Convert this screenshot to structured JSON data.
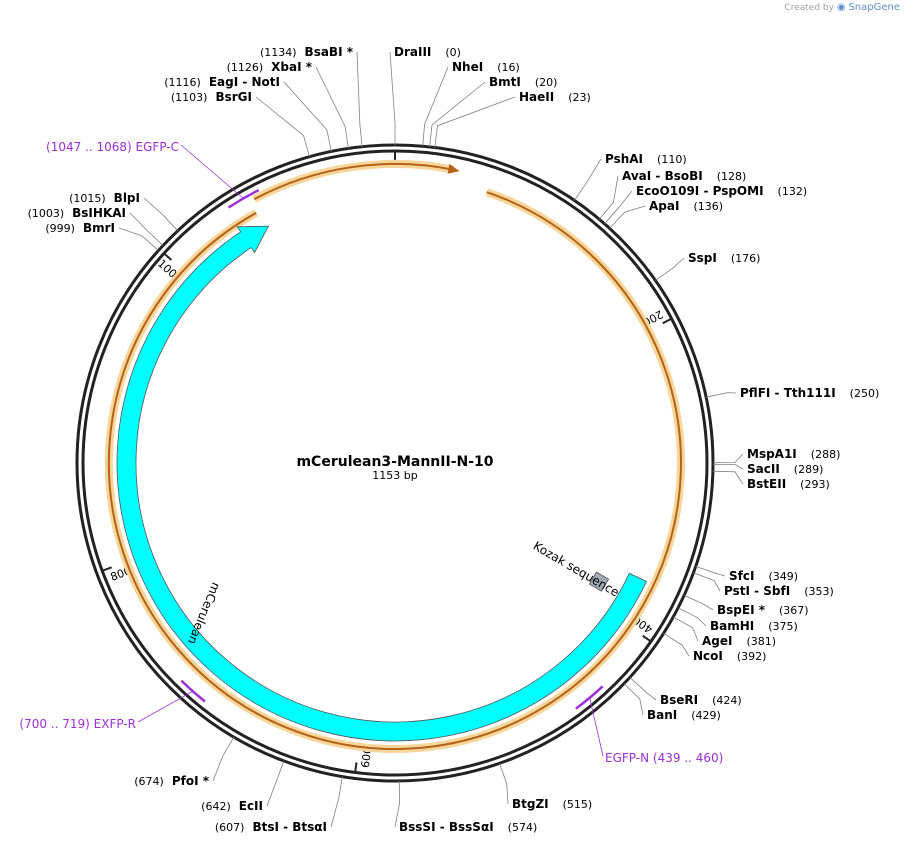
{
  "credit": {
    "prefix": "Created by",
    "brand": "SnapGene"
  },
  "plasmid": {
    "name": "mCerulean3-MannII-N-10",
    "length_label": "1153 bp",
    "length": 1153
  },
  "colors": {
    "backbone": "#222222",
    "cds": "#00ffff",
    "orf": "#b5621a",
    "orf_halo": "#f7d69a",
    "primer": "#9b30d9",
    "misc": "#a0a8b0"
  },
  "ticks": [
    {
      "pos": 200,
      "label": "200"
    },
    {
      "pos": 400,
      "label": "400"
    },
    {
      "pos": 600,
      "label": "600"
    },
    {
      "pos": 800,
      "label": "800"
    },
    {
      "pos": 1000,
      "label": "1000"
    }
  ],
  "features": {
    "cds": {
      "label": "mCerulean",
      "start": 369,
      "end": 1063
    },
    "kozak": {
      "label": "Kozak sequence",
      "start": 385,
      "end": 388
    },
    "orf_outer": {
      "start": 1063,
      "end": 36
    },
    "orf_inner": {
      "start": 60,
      "end": 1060
    }
  },
  "sites": [
    {
      "name": "DraIII",
      "pos": "(0)",
      "bp": 0,
      "side": "right"
    },
    {
      "name": "NheI",
      "pos": "(16)",
      "bp": 16,
      "side": "right"
    },
    {
      "name": "BmtI",
      "pos": "(20)",
      "bp": 20,
      "side": "right"
    },
    {
      "name": "HaeII",
      "pos": "(23)",
      "bp": 23,
      "side": "right"
    },
    {
      "name": "PshAI",
      "pos": "(110)",
      "bp": 110,
      "side": "right"
    },
    {
      "name": "AvaI  -  BsoBI",
      "pos": "(128)",
      "bp": 128,
      "side": "right"
    },
    {
      "name": "EcoO109I  -  PspOMI",
      "pos": "(132)",
      "bp": 132,
      "side": "right"
    },
    {
      "name": "ApaI",
      "pos": "(136)",
      "bp": 136,
      "side": "right"
    },
    {
      "name": "SspI",
      "pos": "(176)",
      "bp": 176,
      "side": "right"
    },
    {
      "name": "PflFI  -  Tth111I",
      "pos": "(250)",
      "bp": 250,
      "side": "right"
    },
    {
      "name": "MspA1I",
      "pos": "(288)",
      "bp": 288,
      "side": "right"
    },
    {
      "name": "SacII",
      "pos": "(289)",
      "bp": 289,
      "side": "right"
    },
    {
      "name": "BstEII",
      "pos": "(293)",
      "bp": 293,
      "side": "right"
    },
    {
      "name": "SfcI",
      "pos": "(349)",
      "bp": 349,
      "side": "right"
    },
    {
      "name": "PstI  -  SbfI",
      "pos": "(353)",
      "bp": 353,
      "side": "right"
    },
    {
      "name": "BspEI *",
      "pos": "(367)",
      "bp": 367,
      "side": "right"
    },
    {
      "name": "BamHI",
      "pos": "(375)",
      "bp": 375,
      "side": "right"
    },
    {
      "name": "AgeI",
      "pos": "(381)",
      "bp": 381,
      "side": "right"
    },
    {
      "name": "NcoI",
      "pos": "(392)",
      "bp": 392,
      "side": "right"
    },
    {
      "name": "BseRI",
      "pos": "(424)",
      "bp": 424,
      "side": "right"
    },
    {
      "name": "BanI",
      "pos": "(429)",
      "bp": 429,
      "side": "right"
    },
    {
      "name": "BtgZI",
      "pos": "(515)",
      "bp": 515,
      "side": "right"
    },
    {
      "name": "BssSI  -  BssSαI",
      "pos": "(574)",
      "bp": 574,
      "side": "right"
    },
    {
      "name": "BtsI  -  BtsαI",
      "pos": "(607)",
      "bp": 607,
      "side": "left"
    },
    {
      "name": "EcII",
      "pos": "(642)",
      "bp": 642,
      "side": "left"
    },
    {
      "name": "PfoI *",
      "pos": "(674)",
      "bp": 674,
      "side": "left"
    },
    {
      "name": "BmrI",
      "pos": "(999)",
      "bp": 999,
      "side": "left"
    },
    {
      "name": "BsIHKAI",
      "pos": "(1003)",
      "bp": 1003,
      "side": "left"
    },
    {
      "name": "BlpI",
      "pos": "(1015)",
      "bp": 1015,
      "side": "left"
    },
    {
      "name": "BsrGI",
      "pos": "(1103)",
      "bp": 1103,
      "side": "left"
    },
    {
      "name": "EagI  -  NotI",
      "pos": "(1116)",
      "bp": 1116,
      "side": "left"
    },
    {
      "name": "XbaI *",
      "pos": "(1126)",
      "bp": 1126,
      "side": "left"
    },
    {
      "name": "BsaBI *",
      "pos": "(1134)",
      "bp": 1134,
      "side": "left"
    }
  ],
  "primers": [
    {
      "name": "EGFP-N",
      "range": "(439 .. 460)",
      "start": 439,
      "end": 460,
      "side": "right"
    },
    {
      "name": "EXFP-R",
      "range": "(700 .. 719)",
      "start": 700,
      "end": 719,
      "side": "left"
    },
    {
      "name": "EGFP-C",
      "range": "(1047 .. 1068)",
      "start": 1047,
      "end": 1068,
      "side": "left"
    }
  ]
}
